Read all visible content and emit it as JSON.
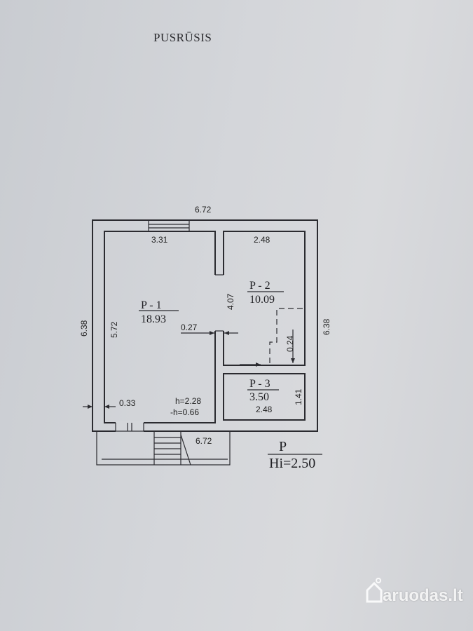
{
  "title": "PUSRŪSIS",
  "dimensions": {
    "overall_width_top": "6.72",
    "overall_width_bottom": "6.72",
    "overall_height_left": "6.38",
    "overall_height_right": "6.38",
    "p1_width": "3.31",
    "p1_height": "5.72",
    "p1_partition": "0.27",
    "p1_wall": "0.33",
    "p2_width": "2.48",
    "p2_height": "4.07",
    "p2_step": "0.24",
    "p3_width": "2.48",
    "p3_height": "1.41"
  },
  "rooms": [
    {
      "code": "P - 1",
      "area": "18.93"
    },
    {
      "code": "P - 2",
      "area": "10.09"
    },
    {
      "code": "P - 3",
      "area": "3.50"
    }
  ],
  "heights": {
    "h": "h=2.28",
    "minus_h": "-h=0.66"
  },
  "legend": {
    "code": "P",
    "hi": "Hi=2.50"
  },
  "watermark": "aruodas.lt",
  "colors": {
    "paper": "#d4d6da",
    "ink": "#2b2b30"
  }
}
